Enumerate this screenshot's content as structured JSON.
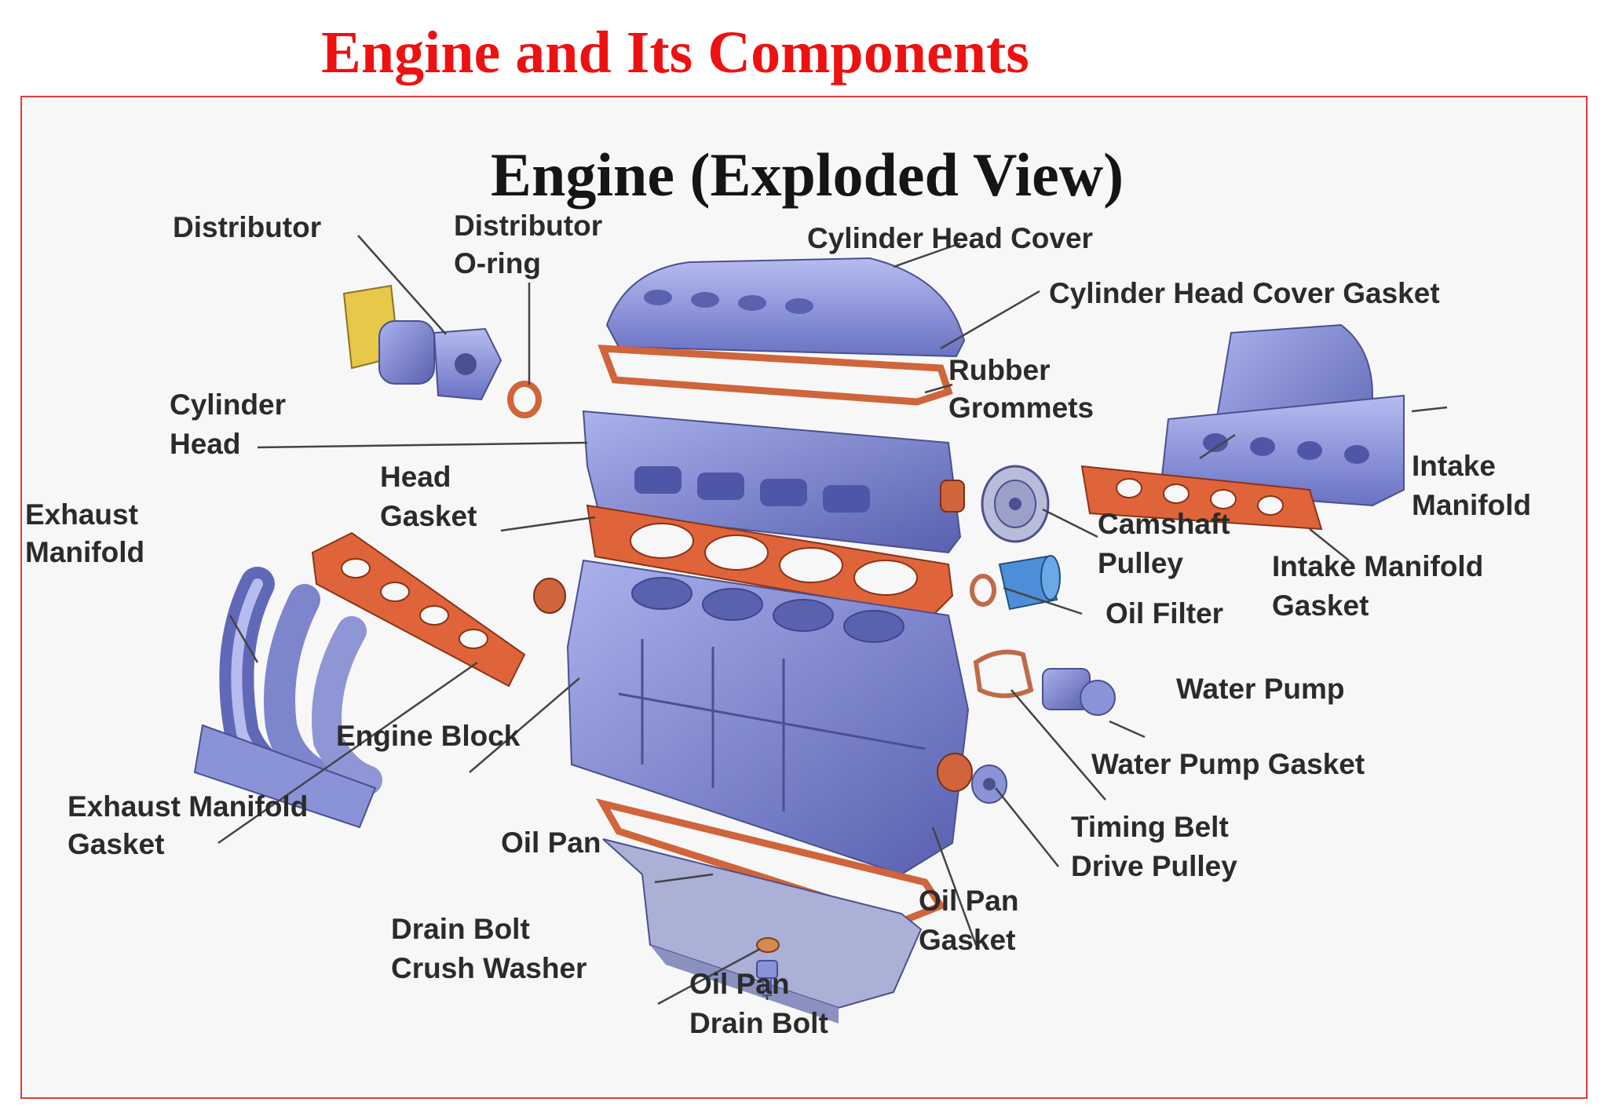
{
  "slide": {
    "title": "Engine and Its Components"
  },
  "diagram": {
    "title": "Engine (Exploded View)",
    "labels": {
      "distributor": "Distributor",
      "distributor_oring_1": "Distributor",
      "distributor_oring_2": "O-ring",
      "cylinder_head_cover": "Cylinder Head Cover",
      "cylinder_head_cover_gasket": "Cylinder Head Cover Gasket",
      "rubber_grommets_1": "Rubber",
      "rubber_grommets_2": "Grommets",
      "cylinder_head_1": "Cylinder",
      "cylinder_head_2": "Head",
      "intake_manifold_1": "Intake",
      "intake_manifold_2": "Manifold",
      "head_gasket_1": "Head",
      "head_gasket_2": "Gasket",
      "exhaust_manifold_1": "Exhaust",
      "exhaust_manifold_2": "Manifold",
      "camshaft_pulley_1": "Camshaft",
      "camshaft_pulley_2": "Pulley",
      "intake_manifold_gasket_1": "Intake Manifold",
      "intake_manifold_gasket_2": "Gasket",
      "oil_filter": "Oil Filter",
      "water_pump": "Water Pump",
      "engine_block": "Engine Block",
      "water_pump_gasket": "Water Pump Gasket",
      "exhaust_manifold_gasket_1": "Exhaust Manifold",
      "exhaust_manifold_gasket_2": "Gasket",
      "oil_pan": "Oil Pan",
      "timing_belt_1": "Timing Belt",
      "timing_belt_2": "Drive Pulley",
      "oil_pan_gasket_1": "Oil Pan",
      "oil_pan_gasket_2": "Gasket",
      "drain_bolt_washer_1": "Drain Bolt",
      "drain_bolt_washer_2": "Crush Washer",
      "oil_pan_drain_bolt_1": "Oil Pan",
      "oil_pan_drain_bolt_2": "Drain Bolt"
    }
  },
  "colors": {
    "title_red": "#ee1111",
    "frame_border": "#e23a3a",
    "part_blue": "#8a92d8",
    "part_blue_dark": "#5a62b0",
    "gasket_orange": "#e0643a"
  }
}
